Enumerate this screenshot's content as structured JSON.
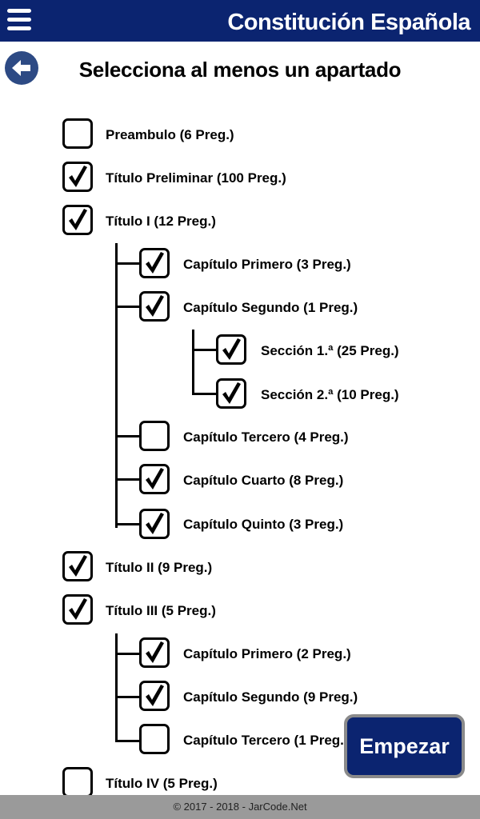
{
  "header": {
    "title": "Constitución Española",
    "menu_icon": "hamburger-menu-icon"
  },
  "back_icon": "arrow-left-icon",
  "page_title": "Selecciona al menos un apartado",
  "items": [
    {
      "label": "Preambulo (6 Preg.)",
      "checked": false
    },
    {
      "label": "Título Preliminar (100 Preg.)",
      "checked": true
    },
    {
      "label": "Título I (12 Preg.)",
      "checked": true
    },
    {
      "label": "Capítulo Primero (3 Preg.)",
      "checked": true
    },
    {
      "label": "Capítulo Segundo (1 Preg.)",
      "checked": true
    },
    {
      "label": "Sección 1.ª (25 Preg.)",
      "checked": true
    },
    {
      "label": "Sección 2.ª (10 Preg.)",
      "checked": true
    },
    {
      "label": "Capítulo Tercero (4 Preg.)",
      "checked": false
    },
    {
      "label": "Capítulo Cuarto (8 Preg.)",
      "checked": true
    },
    {
      "label": "Capítulo Quinto (3 Preg.)",
      "checked": true
    },
    {
      "label": "Título II (9 Preg.)",
      "checked": true
    },
    {
      "label": "Título III (5 Preg.)",
      "checked": true
    },
    {
      "label": "Capítulo Primero (2 Preg.)",
      "checked": true
    },
    {
      "label": "Capítulo Segundo (9 Preg.)",
      "checked": true
    },
    {
      "label": "Capítulo Tercero (1 Preg.)",
      "checked": false
    },
    {
      "label": "Título IV (5 Preg.)",
      "checked": false
    }
  ],
  "start_button": {
    "label": "Empezar"
  },
  "footer": {
    "text": "© 2017 - 2018 - JarCode.Net"
  },
  "colors": {
    "primary": "#0b2470",
    "back_button": "#2d4a84",
    "footer": "#9a9a9a"
  }
}
